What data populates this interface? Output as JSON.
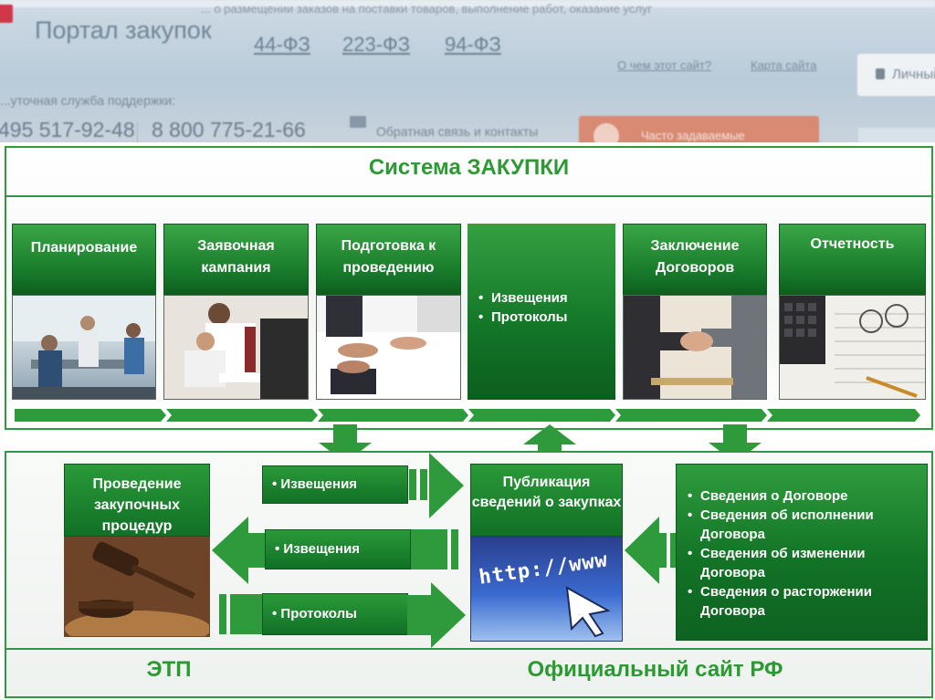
{
  "portal": {
    "top_note": "... о размещении заказов на поставки товаров, выполнение работ, оказание услуг",
    "title": "Портал закупок",
    "laws": [
      "44-ФЗ",
      "223-ФЗ",
      "94-ФЗ"
    ],
    "about_link": "О чем этот сайт?",
    "sitemap_link": "Карта сайта",
    "login_label": "Личный",
    "support_label": "...уточная служба поддержки:",
    "phone_1": "495 517-92-48",
    "phone_2": "8 800 775-21-66",
    "feedback_label": "Обратная связь и контакты",
    "faq_label": "Часто задаваемые"
  },
  "diagram": {
    "title": "Система ЗАКУПКИ",
    "stages": [
      {
        "label": "Планирование",
        "image": "meeting-photo"
      },
      {
        "label": "Заявочная кампания",
        "image": "office-photo"
      },
      {
        "label": "Подготовка к проведению",
        "image": "discussion-photo"
      },
      {
        "label": "",
        "bullets": [
          "Извещения",
          "Протоколы"
        ]
      },
      {
        "label": "Заключение Договоров",
        "image": "handshake-photo"
      },
      {
        "label": "Отчетность",
        "image": "calculator-photo"
      }
    ],
    "etp": {
      "box_label": "Проведение закупочных процедур",
      "image": "gavel-photo",
      "footer_label": "ЭТП"
    },
    "flows": [
      {
        "label": "Извещения",
        "direction": "right"
      },
      {
        "label": "Извещения",
        "direction": "left"
      },
      {
        "label": "Протоколы",
        "direction": "right"
      }
    ],
    "official_site": {
      "box_label": "Публикация сведений о закупках",
      "image": "http-www-screen",
      "url_text": "http://www",
      "footer_label": "Официальный сайт РФ"
    },
    "contract_info": [
      "Сведения о Договоре",
      "Сведения об исполнении Договора",
      "Сведения об изменении Договора",
      "Сведения о расторжении Договора"
    ],
    "colors": {
      "accent": "#2c9a33",
      "dark_green": "#0e5f1e"
    }
  }
}
